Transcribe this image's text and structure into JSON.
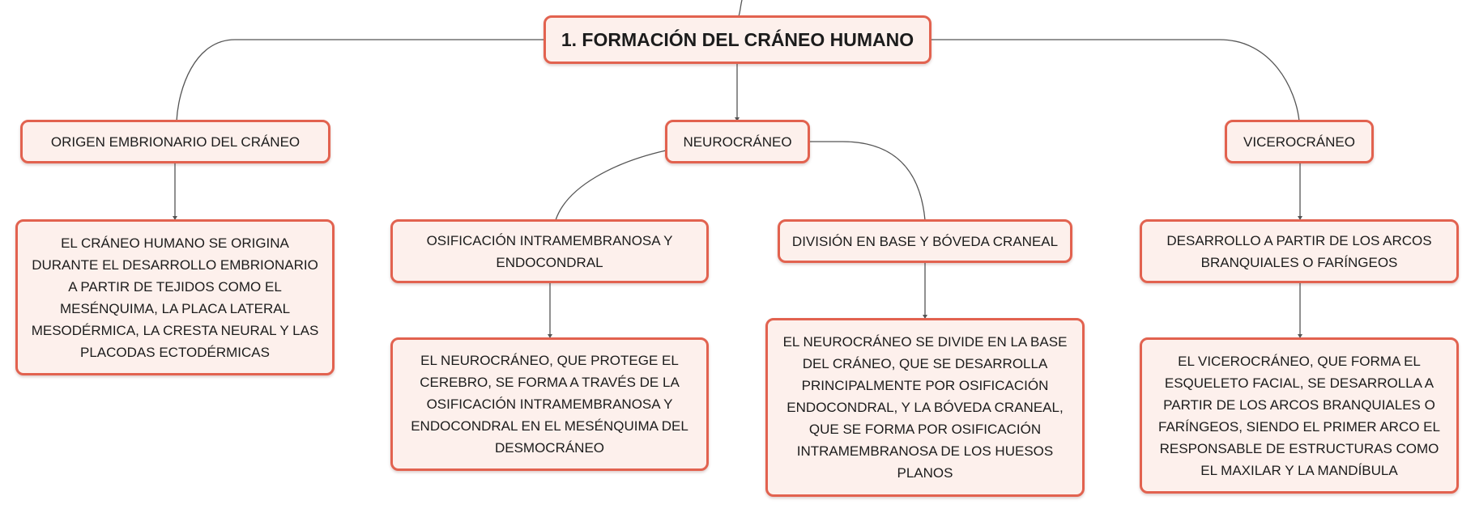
{
  "diagram": {
    "root": {
      "label": "1. FORMACIÓN DEL CRÁNEO HUMANO"
    },
    "branches": [
      {
        "label": "ORIGEN EMBRIONARIO DEL CRÁNEO",
        "detail": "EL CRÁNEO HUMANO SE ORIGINA DURANTE EL DESARROLLO EMBRIONARIO A PARTIR DE TEJIDOS COMO EL MESÉNQUIMA, LA PLACA LATERAL MESODÉRMICA, LA CRESTA NEURAL Y LAS PLACODAS ECTODÉRMICAS"
      },
      {
        "label": "NEUROCRÁNEO",
        "children": [
          {
            "label": "OSIFICACIÓN INTRAMEMBRANOSA Y ENDOCONDRAL",
            "detail": "EL NEUROCRÁNEO, QUE PROTEGE EL CEREBRO, SE FORMA A TRAVÉS DE LA OSIFICACIÓN INTRAMEMBRANOSA Y ENDOCONDRAL EN EL MESÉNQUIMA DEL DESMOCRÁNEO"
          },
          {
            "label": "DIVISIÓN EN BASE Y BÓVEDA CRANEAL",
            "detail": "EL NEUROCRÁNEO SE DIVIDE EN LA BASE DEL CRÁNEO, QUE SE DESARROLLA PRINCIPALMENTE POR OSIFICACIÓN ENDOCONDRAL, Y LA BÓVEDA CRANEAL, QUE SE FORMA POR OSIFICACIÓN INTRAMEMBRANOSA DE LOS HUESOS PLANOS"
          }
        ]
      },
      {
        "label": "VICEROCRÁNEO",
        "detail_parent": "DESARROLLO A PARTIR DE LOS ARCOS BRANQUIALES O FARÍNGEOS",
        "detail": "EL VICEROCRÁNEO, QUE FORMA EL ESQUELETO FACIAL, SE DESARROLLA A PARTIR DE LOS ARCOS BRANQUIALES O FARÍNGEOS, SIENDO EL PRIMER ARCO EL RESPONSABLE DE ESTRUCTURAS COMO EL MAXILAR Y LA MANDÍBULA"
      }
    ],
    "colors": {
      "node_border": "#e2624f",
      "node_fill": "#fdf0ec",
      "link": "#555555"
    }
  }
}
